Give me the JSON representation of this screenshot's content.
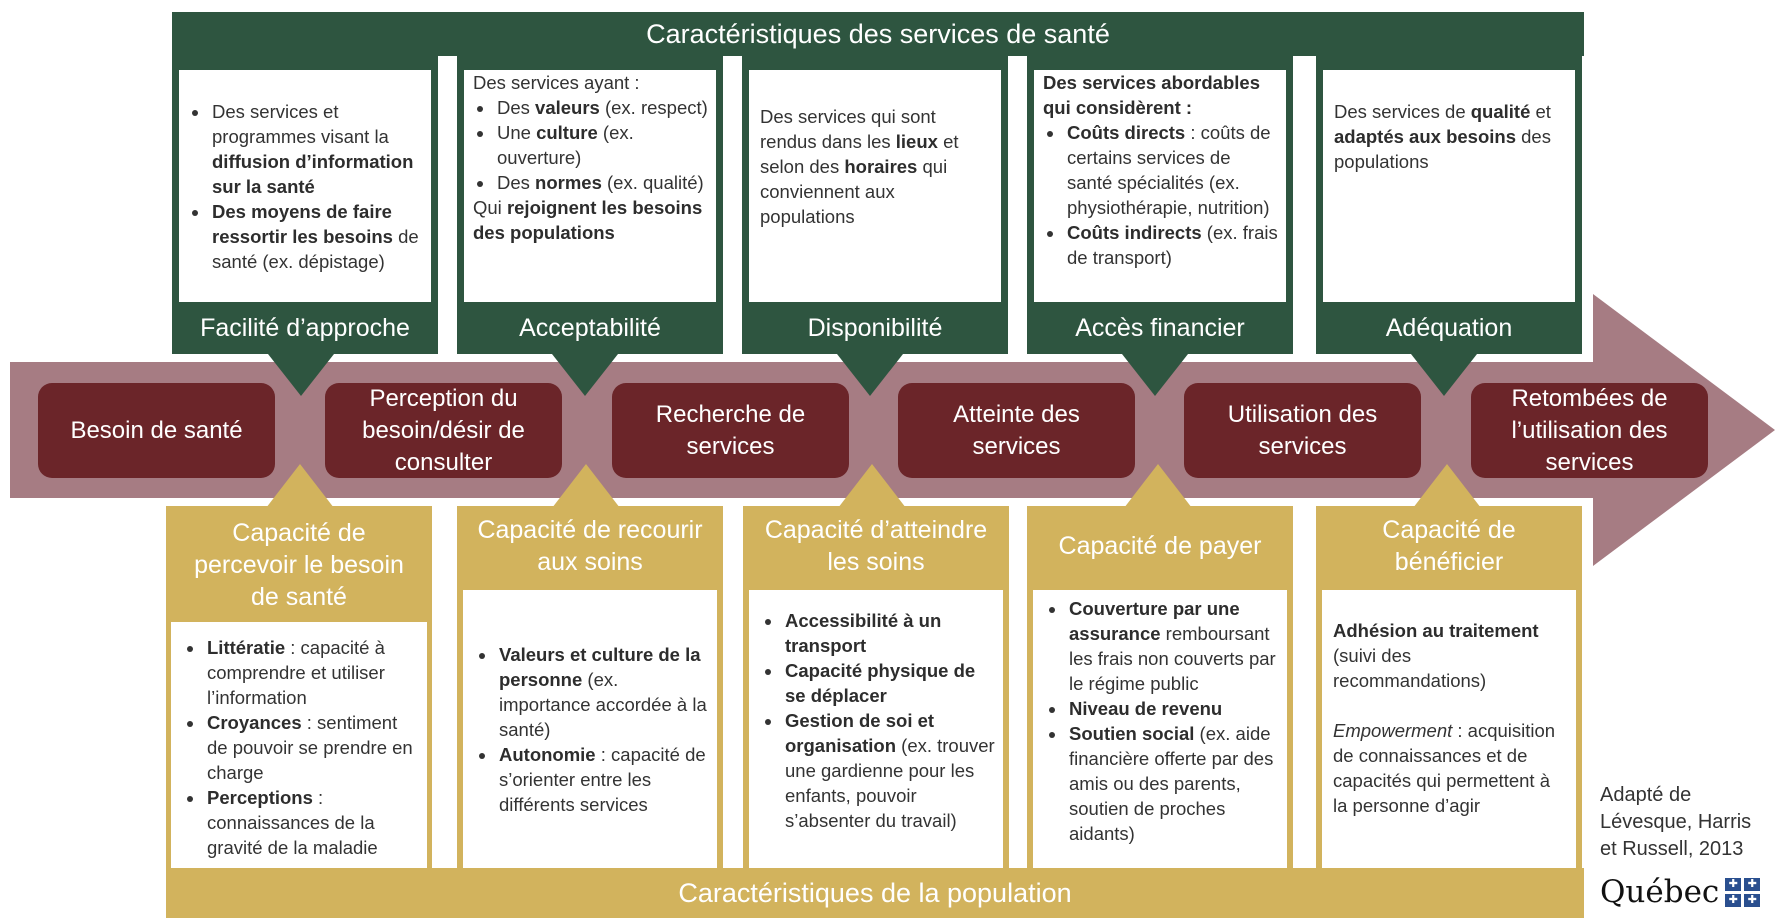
{
  "title_top": "Caractéristiques des services de santé",
  "title_bottom": "Caractéristiques de la population",
  "colors": {
    "green": "#2e5540",
    "gold": "#d2b35d",
    "maroon": "#6b2529",
    "arrow": "#a67c83"
  },
  "service_dimensions": [
    {
      "label": "Facilité d’approche"
    },
    {
      "label": "Acceptabilité"
    },
    {
      "label": "Disponibilité"
    },
    {
      "label": "Accès financier"
    },
    {
      "label": "Adéquation"
    }
  ],
  "steps": [
    {
      "lines": [
        "Besoin de santé"
      ]
    },
    {
      "lines": [
        "Perception du",
        "besoin/désir de",
        "consulter"
      ]
    },
    {
      "lines": [
        "Recherche de",
        "services"
      ]
    },
    {
      "lines": [
        "Atteinte des",
        "services"
      ]
    },
    {
      "lines": [
        "Utilisation des",
        "services"
      ]
    },
    {
      "lines": [
        "Retombées de",
        "l’utilisation des",
        "services"
      ]
    }
  ],
  "population_abilities": [
    {
      "title": "Capacité de percevoir le besoin de santé"
    },
    {
      "title": "Capacité de recourir aux soins"
    },
    {
      "title": "Capacité d’atteindre les soins"
    },
    {
      "title": "Capacité de payer"
    },
    {
      "title": "Capacité de bénéficier"
    }
  ],
  "service_text": {
    "col1": {
      "b1_pre": "Des services et programmes visant la ",
      "b1_bold": "diffusion d’information sur la santé",
      "b2_bold": "Des moyens de faire ressortir les besoins",
      "b2_post": " de santé (ex. dépistage)"
    },
    "col2": {
      "intro": "Des services ayant :",
      "b1_pre": "Des ",
      "b1_bold": "valeurs",
      "b1_post": " (ex. respect)",
      "b2_pre": "Une ",
      "b2_bold": "culture",
      "b2_post": " (ex. ouverture)",
      "b3_pre": "Des ",
      "b3_bold": "normes",
      "b3_post": " (ex. qualité)",
      "outro_pre": "Qui ",
      "outro_bold": "rejoignent les besoins des populations"
    },
    "col3": {
      "t1": "Des services qui sont rendus dans les ",
      "b1": "lieux",
      "t2": " et selon des ",
      "b2": "horaires",
      "t3": " qui conviennent aux populations"
    },
    "col4": {
      "intro_bold": "Des services abordables qui considèrent :",
      "b1_bold": "Coûts directs",
      "b1_post": " : coûts de certains services de santé spécialités (ex. physiothérapie, nutrition)",
      "b2_bold": "Coûts indirects",
      "b2_post": " (ex. frais de transport)"
    },
    "col5": {
      "t1": "Des services de ",
      "b1": "qualité",
      "t2": " et ",
      "b2": "adaptés aux besoins",
      "t3": " des populations"
    }
  },
  "population_text": {
    "col1": {
      "b1_bold": "Littératie",
      "b1_post": " : capacité à comprendre et utiliser l’information",
      "b2_bold": "Croyances",
      "b2_post": " : sentiment de pouvoir se prendre en charge",
      "b3_bold": "Perceptions",
      "b3_post": " : connaissances de la gravité de la maladie"
    },
    "col2": {
      "b1_bold": "Valeurs et culture de la personne",
      "b1_post": " (ex. importance accordée à la santé)",
      "b2_bold": "Autonomie",
      "b2_post": " : capacité de s’orienter entre les différents services"
    },
    "col3": {
      "b1_bold": "Accessibilité à un transport",
      "b2_bold": "Capacité physique de se déplacer",
      "b3_bold": "Gestion de soi et organisation",
      "b3_post": " (ex. trouver une gardienne pour les enfants, pouvoir s’absenter du travail)"
    },
    "col4": {
      "b1_bold": "Couverture par une assurance",
      "b1_post": " remboursant les frais non couverts par le régime public",
      "b2_bold": "Niveau de revenu",
      "b3_bold": "Soutien social",
      "b3_post": " (ex. aide financière offerte par des amis ou des parents, soutien de proches aidants)"
    },
    "col5": {
      "p1_bold": "Adhésion au traitement",
      "p1_post": " (suivi des recommandations)",
      "p2_ital": "Empowerment",
      "p2_post": " : acquisition de connaissances et de capacités qui permettent à la personne d’agir"
    }
  },
  "source": {
    "line1": "Adapté de",
    "line2": "Lévesque, Harris",
    "line3": "et Russell, 2013"
  },
  "logo": {
    "word": "Québec",
    "mark": "✚"
  }
}
